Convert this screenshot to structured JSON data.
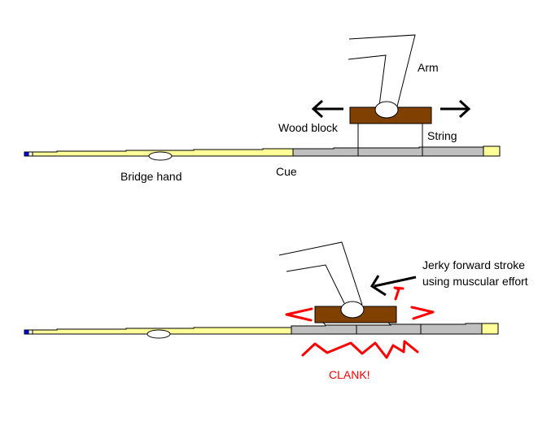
{
  "colors": {
    "cue_wood": "#ffff99",
    "ferrule_gray": "#c0c0c0",
    "wood_block": "#804000",
    "tip_blue": "#0000ff",
    "outline": "#000000",
    "impact_red": "#ff0000"
  },
  "top_panel": {
    "labels": {
      "arm": "Arm",
      "wood_block": "Wood block",
      "string": "String",
      "cue": "Cue",
      "bridge_hand": "Bridge hand"
    },
    "icons": [
      "arrow-left-icon",
      "arrow-right-icon"
    ]
  },
  "bottom_panel": {
    "labels": {
      "annotation_line1": "Jerky forward stroke",
      "annotation_line2": "using muscular effort",
      "clank": "CLANK!"
    },
    "icons": [
      "arrow-forward-stroke-icon",
      "impact-burst-icon"
    ]
  }
}
